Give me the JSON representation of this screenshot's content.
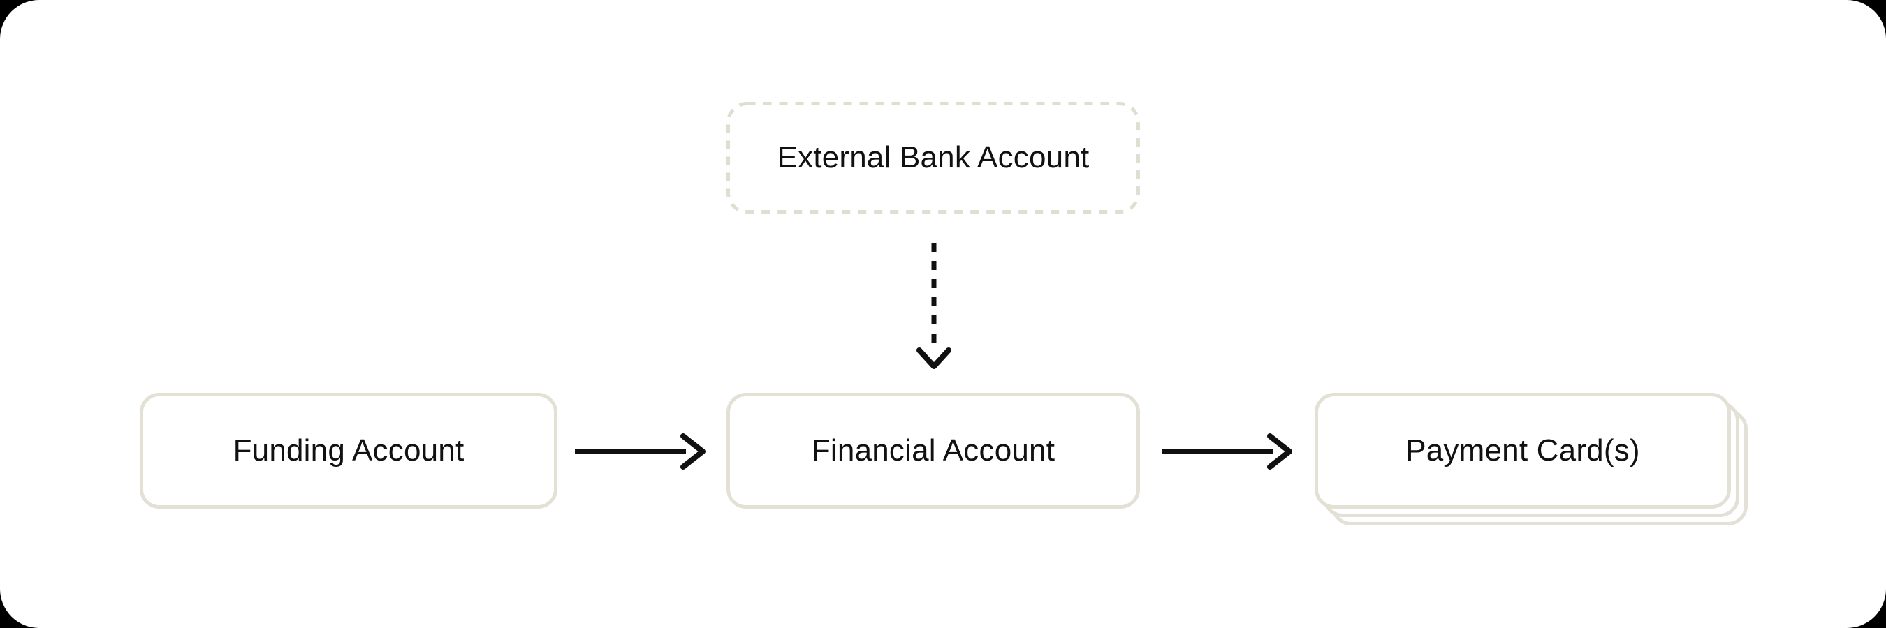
{
  "diagram": {
    "nodes": [
      {
        "id": "external-bank-account",
        "label": "External Bank Account",
        "border_style": "dashed"
      },
      {
        "id": "funding-account",
        "label": "Funding Account",
        "border_style": "solid"
      },
      {
        "id": "financial-account",
        "label": "Financial Account",
        "border_style": "solid"
      },
      {
        "id": "payment-cards",
        "label": "Payment Card(s)",
        "border_style": "solid-stacked"
      }
    ],
    "edges": [
      {
        "from": "external-bank-account",
        "to": "financial-account",
        "style": "dashed-arrow",
        "direction": "down"
      },
      {
        "from": "funding-account",
        "to": "financial-account",
        "style": "solid-arrow",
        "direction": "right"
      },
      {
        "from": "financial-account",
        "to": "payment-cards",
        "style": "solid-arrow",
        "direction": "right"
      }
    ]
  },
  "colors": {
    "page_background": "#000000",
    "card_background": "#ffffff",
    "node_border": "#e3e0d5",
    "dashed_node_border": "#e0ddd1",
    "arrow": "#101010",
    "text": "#111111"
  }
}
